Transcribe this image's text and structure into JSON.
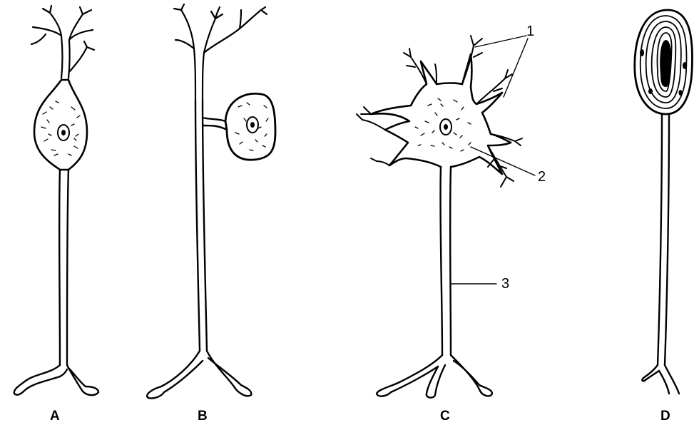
{
  "panels": [
    {
      "id": "A",
      "label": "A"
    },
    {
      "id": "B",
      "label": "B"
    },
    {
      "id": "C",
      "label": "C"
    },
    {
      "id": "D",
      "label": "D"
    }
  ],
  "callouts": [
    {
      "id": "1",
      "label": "1"
    },
    {
      "id": "2",
      "label": "2"
    },
    {
      "id": "3",
      "label": "3"
    }
  ],
  "colors": {
    "ink": "#000000",
    "background": "#ffffff"
  }
}
